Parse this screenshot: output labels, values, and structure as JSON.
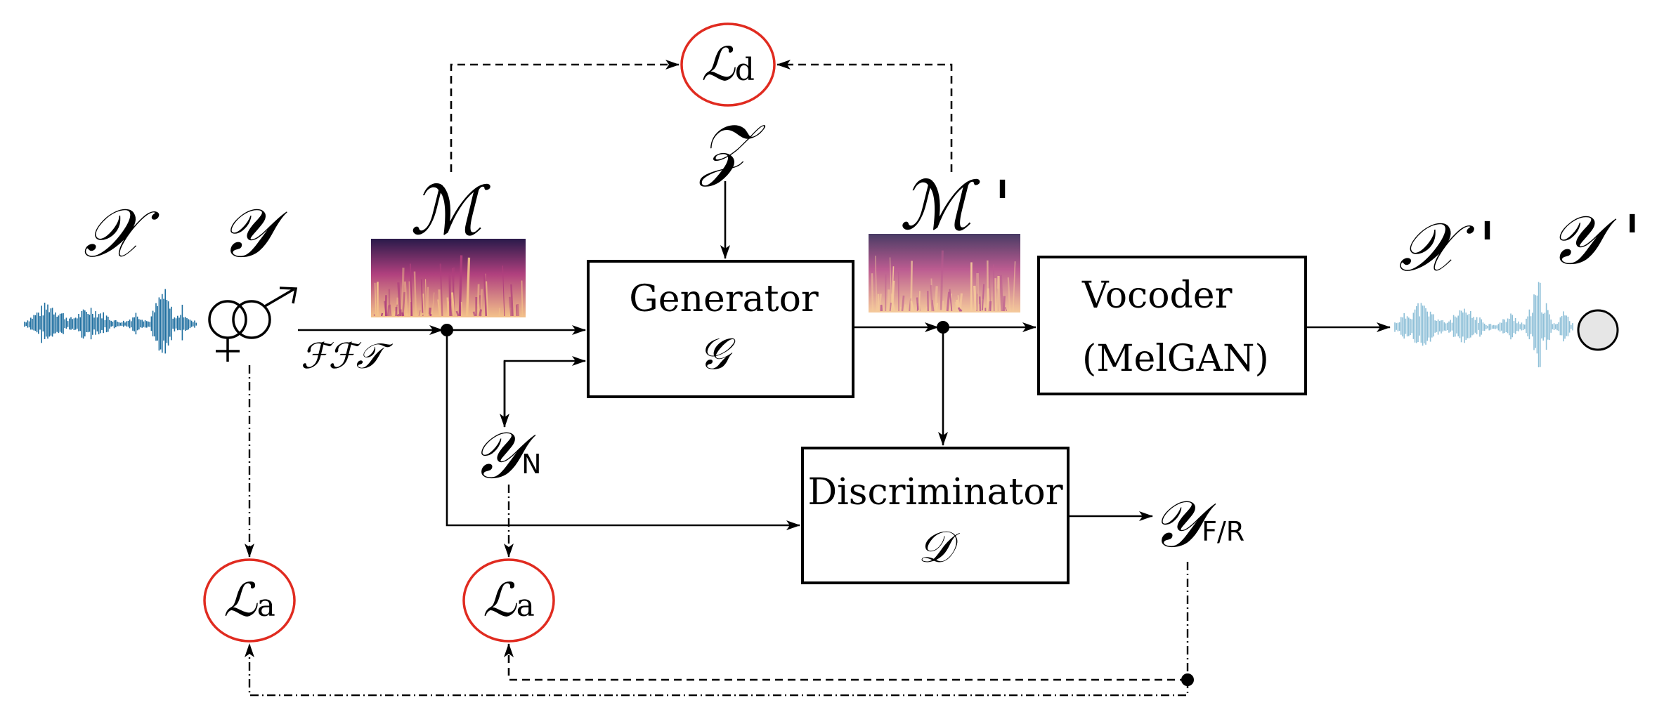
{
  "colors": {
    "loss_circle": "#e02b20",
    "input_wave": "#1f6fa0",
    "output_wave": "#8fc0d8",
    "spectrogram_dark": "#2a1a4a",
    "spectrogram_mid": "#b0407e",
    "spectrogram_bright": "#f4c28a",
    "neutral_circle": "#e6e6e6"
  },
  "icons": [
    "waveform-icon",
    "gender-male-female-icon",
    "spectrogram-icon",
    "neutral-gender-icon"
  ],
  "symbols": {
    "x_input": "𝒳",
    "y_input": "𝒴",
    "m": "ℳ",
    "m_prime": "ℳ '",
    "z": "𝒵",
    "x_output": "𝒳 '",
    "y_output": "𝒴 '",
    "fft": "ℱℱ𝒯",
    "y_n": "𝒴",
    "y_n_sub": "N",
    "y_fr": "𝒴",
    "y_fr_sub": "F/R"
  },
  "blocks": {
    "generator": {
      "label": "Generator",
      "symbol": "𝒢"
    },
    "vocoder": {
      "label": "Vocoder",
      "sublabel": "(MelGAN)"
    },
    "discriminator": {
      "label": "Discriminator",
      "symbol": "𝒟"
    }
  },
  "losses": {
    "ld": {
      "symbol": "ℒ",
      "sub": "d"
    },
    "la_left": {
      "symbol": "ℒ",
      "sub": "a"
    },
    "la_mid": {
      "symbol": "ℒ",
      "sub": "a"
    }
  }
}
